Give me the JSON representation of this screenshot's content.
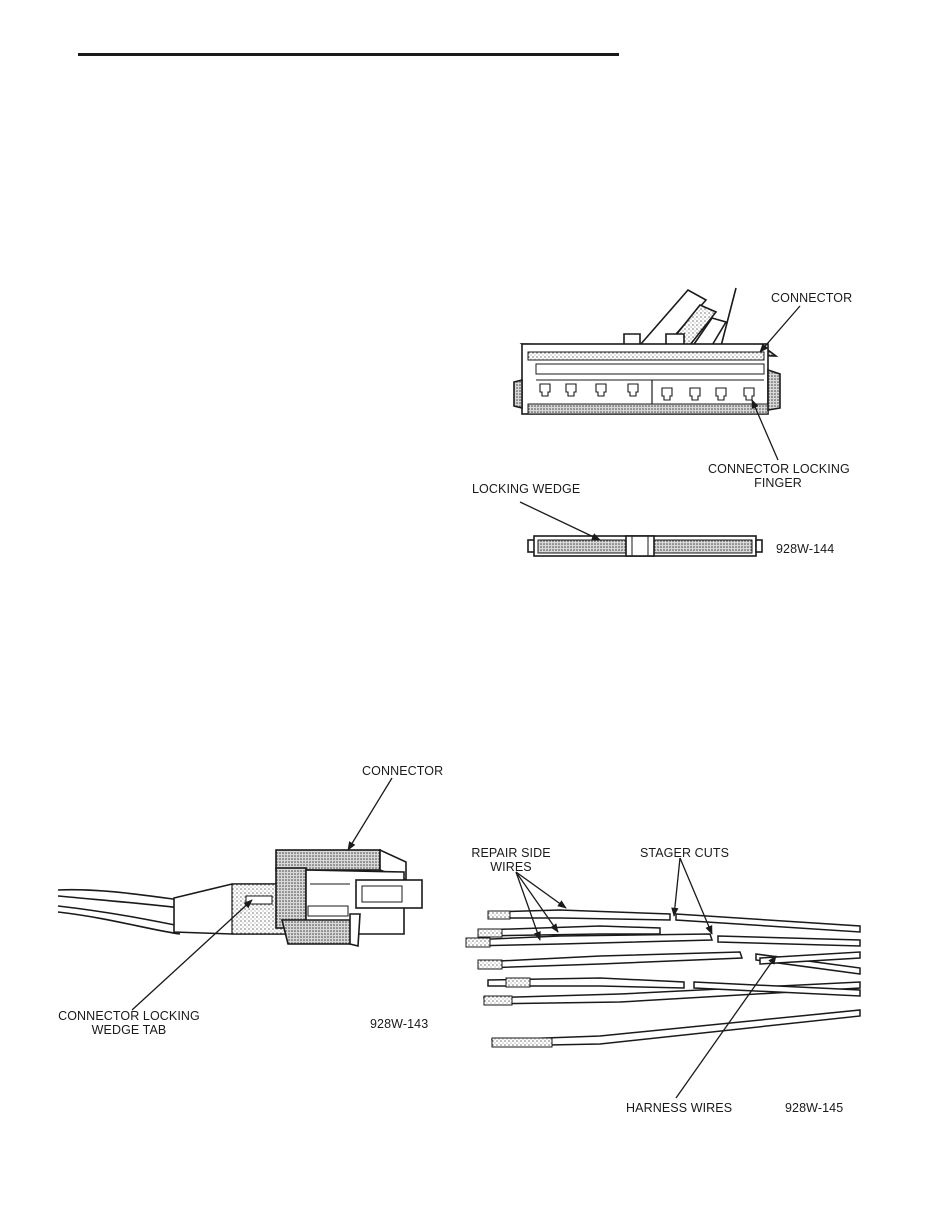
{
  "figure_144": {
    "connector_label": "CONNECTOR",
    "locking_finger_label_line1": "CONNECTOR LOCKING",
    "locking_finger_label_line2": "FINGER",
    "locking_wedge_label": "LOCKING WEDGE",
    "figure_id": "928W-144"
  },
  "figure_143": {
    "connector_label": "CONNECTOR",
    "wedge_tab_label_line1": "CONNECTOR LOCKING",
    "wedge_tab_label_line2": "WEDGE TAB",
    "figure_id": "928W-143"
  },
  "figure_145": {
    "repair_side_label_line1": "REPAIR SIDE",
    "repair_side_label_line2": "WIRES",
    "stager_cuts_label": "STAGER CUTS",
    "harness_wires_label": "HARNESS WIRES",
    "figure_id": "928W-145"
  }
}
